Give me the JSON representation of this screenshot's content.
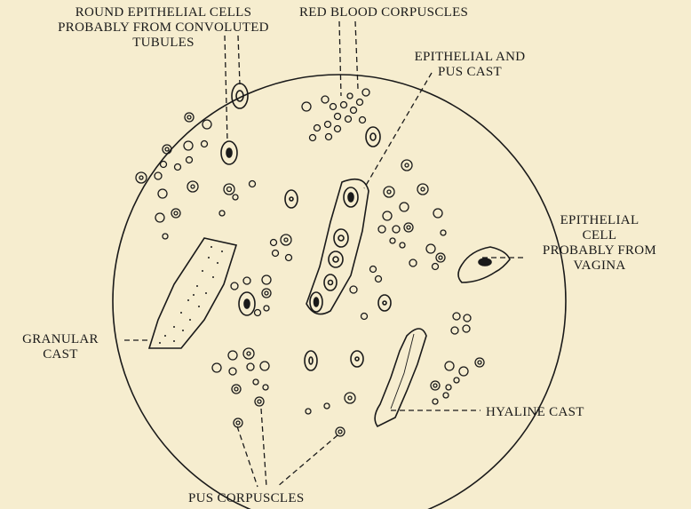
{
  "labels": {
    "round_epithelial_1": "ROUND EPITHELIAL CELLS",
    "round_epithelial_2": "PROBABLY FROM CONVOLUTED",
    "round_epithelial_3": "TUBULES",
    "red_blood": "RED BLOOD CORPUSCLES",
    "epithelial_pus_1": "EPITHELIAL AND",
    "epithelial_pus_2": "PUS CAST",
    "vaginal_1": "EPITHELIAL",
    "vaginal_2": "CELL",
    "vaginal_3": "PROBABLY FROM",
    "vaginal_4": "VAGINA",
    "granular_1": "GRANULAR",
    "granular_2": "CAST",
    "hyaline": "HYALINE CAST",
    "pus": "PUS CORPUSCLES"
  },
  "colors": {
    "background": "#f6edcf",
    "ink": "#1a1a1a"
  }
}
